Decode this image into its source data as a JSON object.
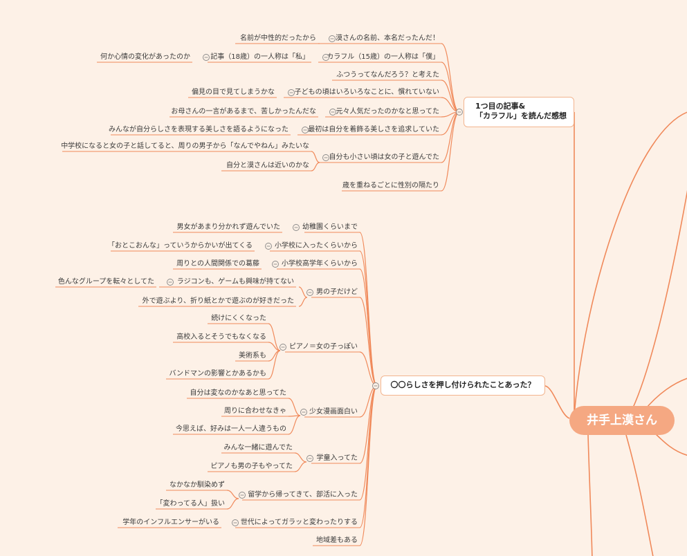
{
  "central": "井手上漠さん",
  "branch1": {
    "line1": "1つ目の記事&",
    "line2": "「カラフル」を読んだ感想",
    "topics": [
      "漠さんの名前、本名だったんだ！",
      "名前が中性的だったから",
      "カラフル（15歳）の一人称は「僕」",
      "記事（18歳）の一人称は「私」",
      "何か心情の変化があったのか",
      "ふつうってなんだろう？と考えた",
      "子どもの頃はいろいろなことに、慣れていない",
      "偏見の目で見てしまうかな",
      "元々人気だったのかなと思ってた",
      "お母さんの一言があるまで、苦しかったんだな",
      "最初は自分を着飾る美しさを追求していた",
      "みんなが自分らしさを表現する美しさを語るようになった",
      "自分も小さい頃は女の子と遊んでた",
      "中学校になると女の子と話してると、周りの男子から「なんでやねん」みたいな",
      "自分と漠さんは近いのかな",
      "歳を重ねるごとに性別の隔たり"
    ]
  },
  "branch2": {
    "label": "〇〇らしさを押し付けられたことあった？",
    "topics": [
      "幼稚園くらいまで",
      "男女があまり分かれず遊んでいた",
      "小学校に入ったくらいから",
      "「おとこおんな」っていうからかいが出てくる",
      "小学校高学年くらいから",
      "周りとの人間関係での葛藤",
      "男の子だけど",
      "ラジコンも、ゲームも興味が持てない",
      "色んなグループを転々としてた",
      "外で遊ぶより、折り紙とかで遊ぶのが好きだった",
      "ピアノ＝女の子っぽい",
      "続けにくくなった",
      "高校入るとそうでもなくなる",
      "美術系も",
      "バンドマンの影響とかあるかも",
      "少女漫画面白い",
      "自分は変なのかなあと思ってた",
      "周りに合わせなきゃ",
      "今思えば、好みは一人一人違うもの",
      "学童入ってた",
      "みんな一緒に遊んでた",
      "ピアノも男の子もやってた",
      "留学から帰ってきて、部活に入った",
      "なかなか馴染めず",
      "「変わってる人」扱い",
      "世代によってガラッと変わったりする",
      "学年のインフルエンサーがいる",
      "地域差もある"
    ]
  },
  "colors": {
    "line": "#f0895a",
    "background": "#fdf1e7",
    "central": "#f5a882"
  }
}
